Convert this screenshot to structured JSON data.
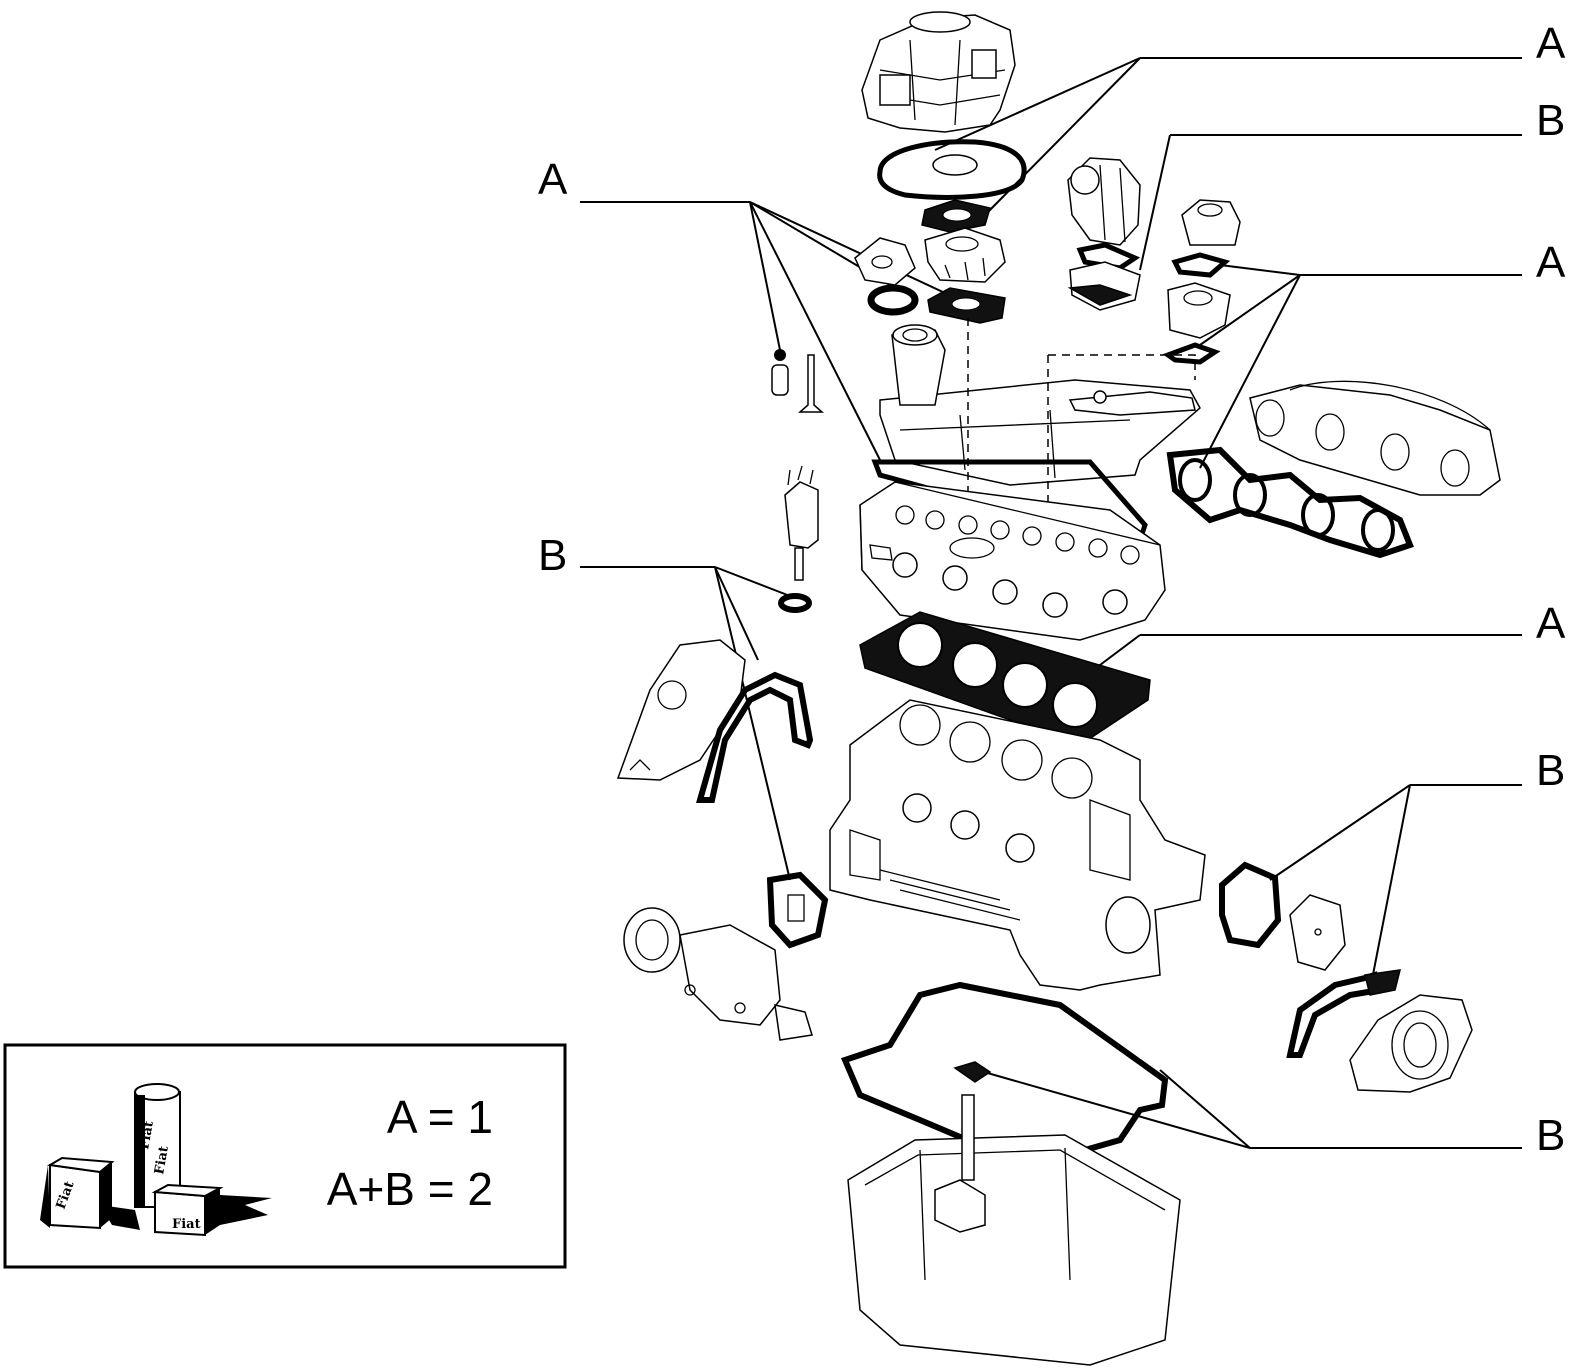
{
  "diagram": {
    "callouts": [
      {
        "id": "top-right-a",
        "label": "A"
      },
      {
        "id": "top-right-b",
        "label": "B"
      },
      {
        "id": "top-left-a",
        "label": "A"
      },
      {
        "id": "mid-right-a",
        "label": "A"
      },
      {
        "id": "mid-left-b",
        "label": "B"
      },
      {
        "id": "head-gasket-a",
        "label": "A"
      },
      {
        "id": "lower-right-b",
        "label": "B"
      },
      {
        "id": "bottom-right-b",
        "label": "B"
      }
    ]
  },
  "legend": {
    "line1": "A =  1",
    "line2": "A+B =  2",
    "brand": "Fiat"
  }
}
